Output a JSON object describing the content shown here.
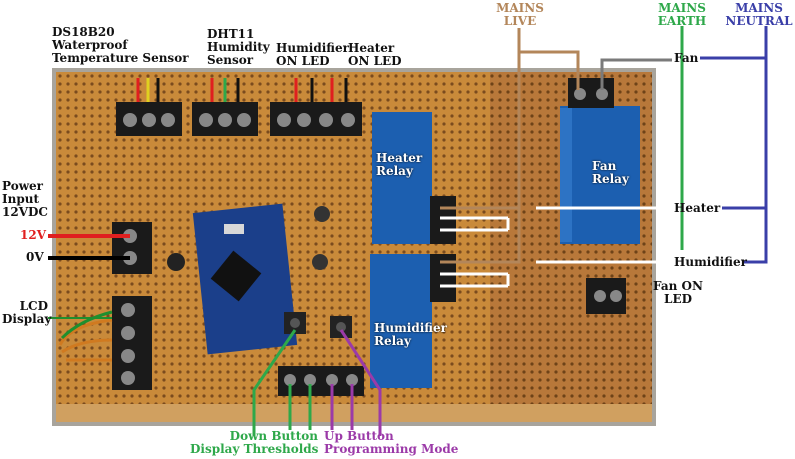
{
  "colors": {
    "live": "#b3865a",
    "earth": "#2ea84a",
    "neutral": "#3a3fa8",
    "v12": "#e01f1f",
    "v0": "#000000",
    "lcd_wire": "#1f8f2e",
    "programming": "#9b3aa8",
    "relay_blue": "#1c5fb0"
  },
  "labels": {
    "ds18b20": [
      "DS18B20",
      "Waterproof",
      "Temperature Sensor"
    ],
    "dht11": [
      "DHT11",
      "Humidity",
      "Sensor"
    ],
    "humidifier_led": [
      "Humidifier",
      "ON LED"
    ],
    "heater_led": [
      "Heater",
      "ON LED"
    ],
    "mains_live": [
      "MAINS",
      "LIVE"
    ],
    "mains_earth": [
      "MAINS",
      "EARTH"
    ],
    "mains_neutral": [
      "MAINS",
      "NEUTRAL"
    ],
    "power_input": [
      "Power",
      "Input",
      "12VDC"
    ],
    "v12": "12V",
    "v0": "0V",
    "lcd_display": [
      "LCD",
      "Display"
    ],
    "heater_relay": [
      "Heater",
      "Relay"
    ],
    "fan_relay": [
      "Fan",
      "Relay"
    ],
    "humidifier_relay": [
      "Humidifier",
      "Relay"
    ],
    "fan": "Fan",
    "heater": "Heater",
    "humidifier": "Humidifier",
    "fan_on_led": [
      "Fan ON",
      "LED"
    ],
    "down_button": [
      "Down Button",
      "Display Thresholds"
    ],
    "up_button": [
      "Up Button",
      "Programming Mode"
    ]
  }
}
